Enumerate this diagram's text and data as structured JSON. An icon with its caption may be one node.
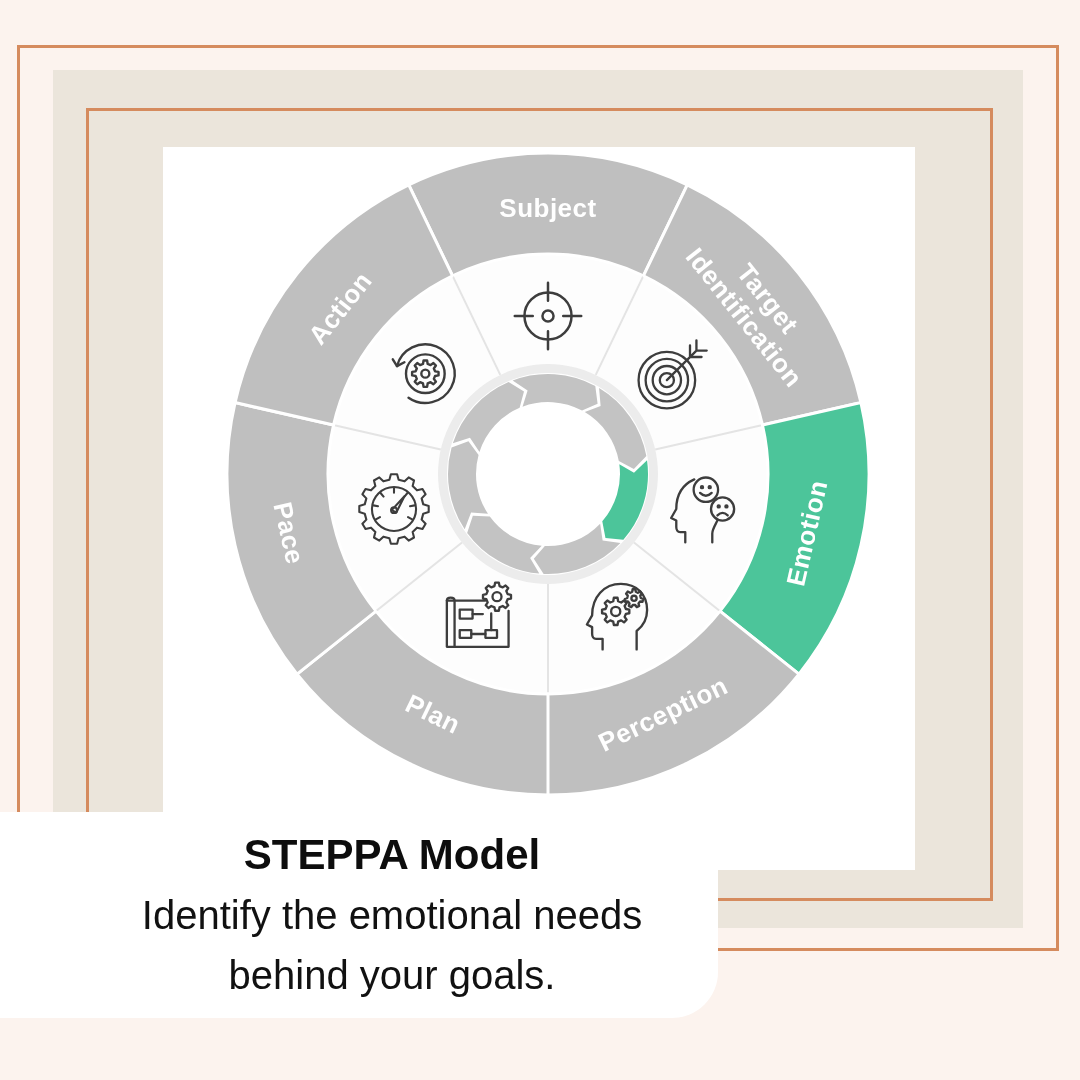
{
  "diagram": {
    "title": "STEPPA Model",
    "caption": "Identify the emotional needs behind your goals.",
    "nodes": [
      {
        "text": [
          "Subject"
        ]
      },
      {
        "text": [
          "Target Identification"
        ]
      },
      {
        "text": [
          "Emotion"
        ]
      },
      {
        "text": [
          "Perception"
        ]
      },
      {
        "text": [
          "Plan"
        ]
      },
      {
        "text": [
          "Pace"
        ]
      },
      {
        "text": [
          "Action"
        ]
      }
    ]
  }
}
